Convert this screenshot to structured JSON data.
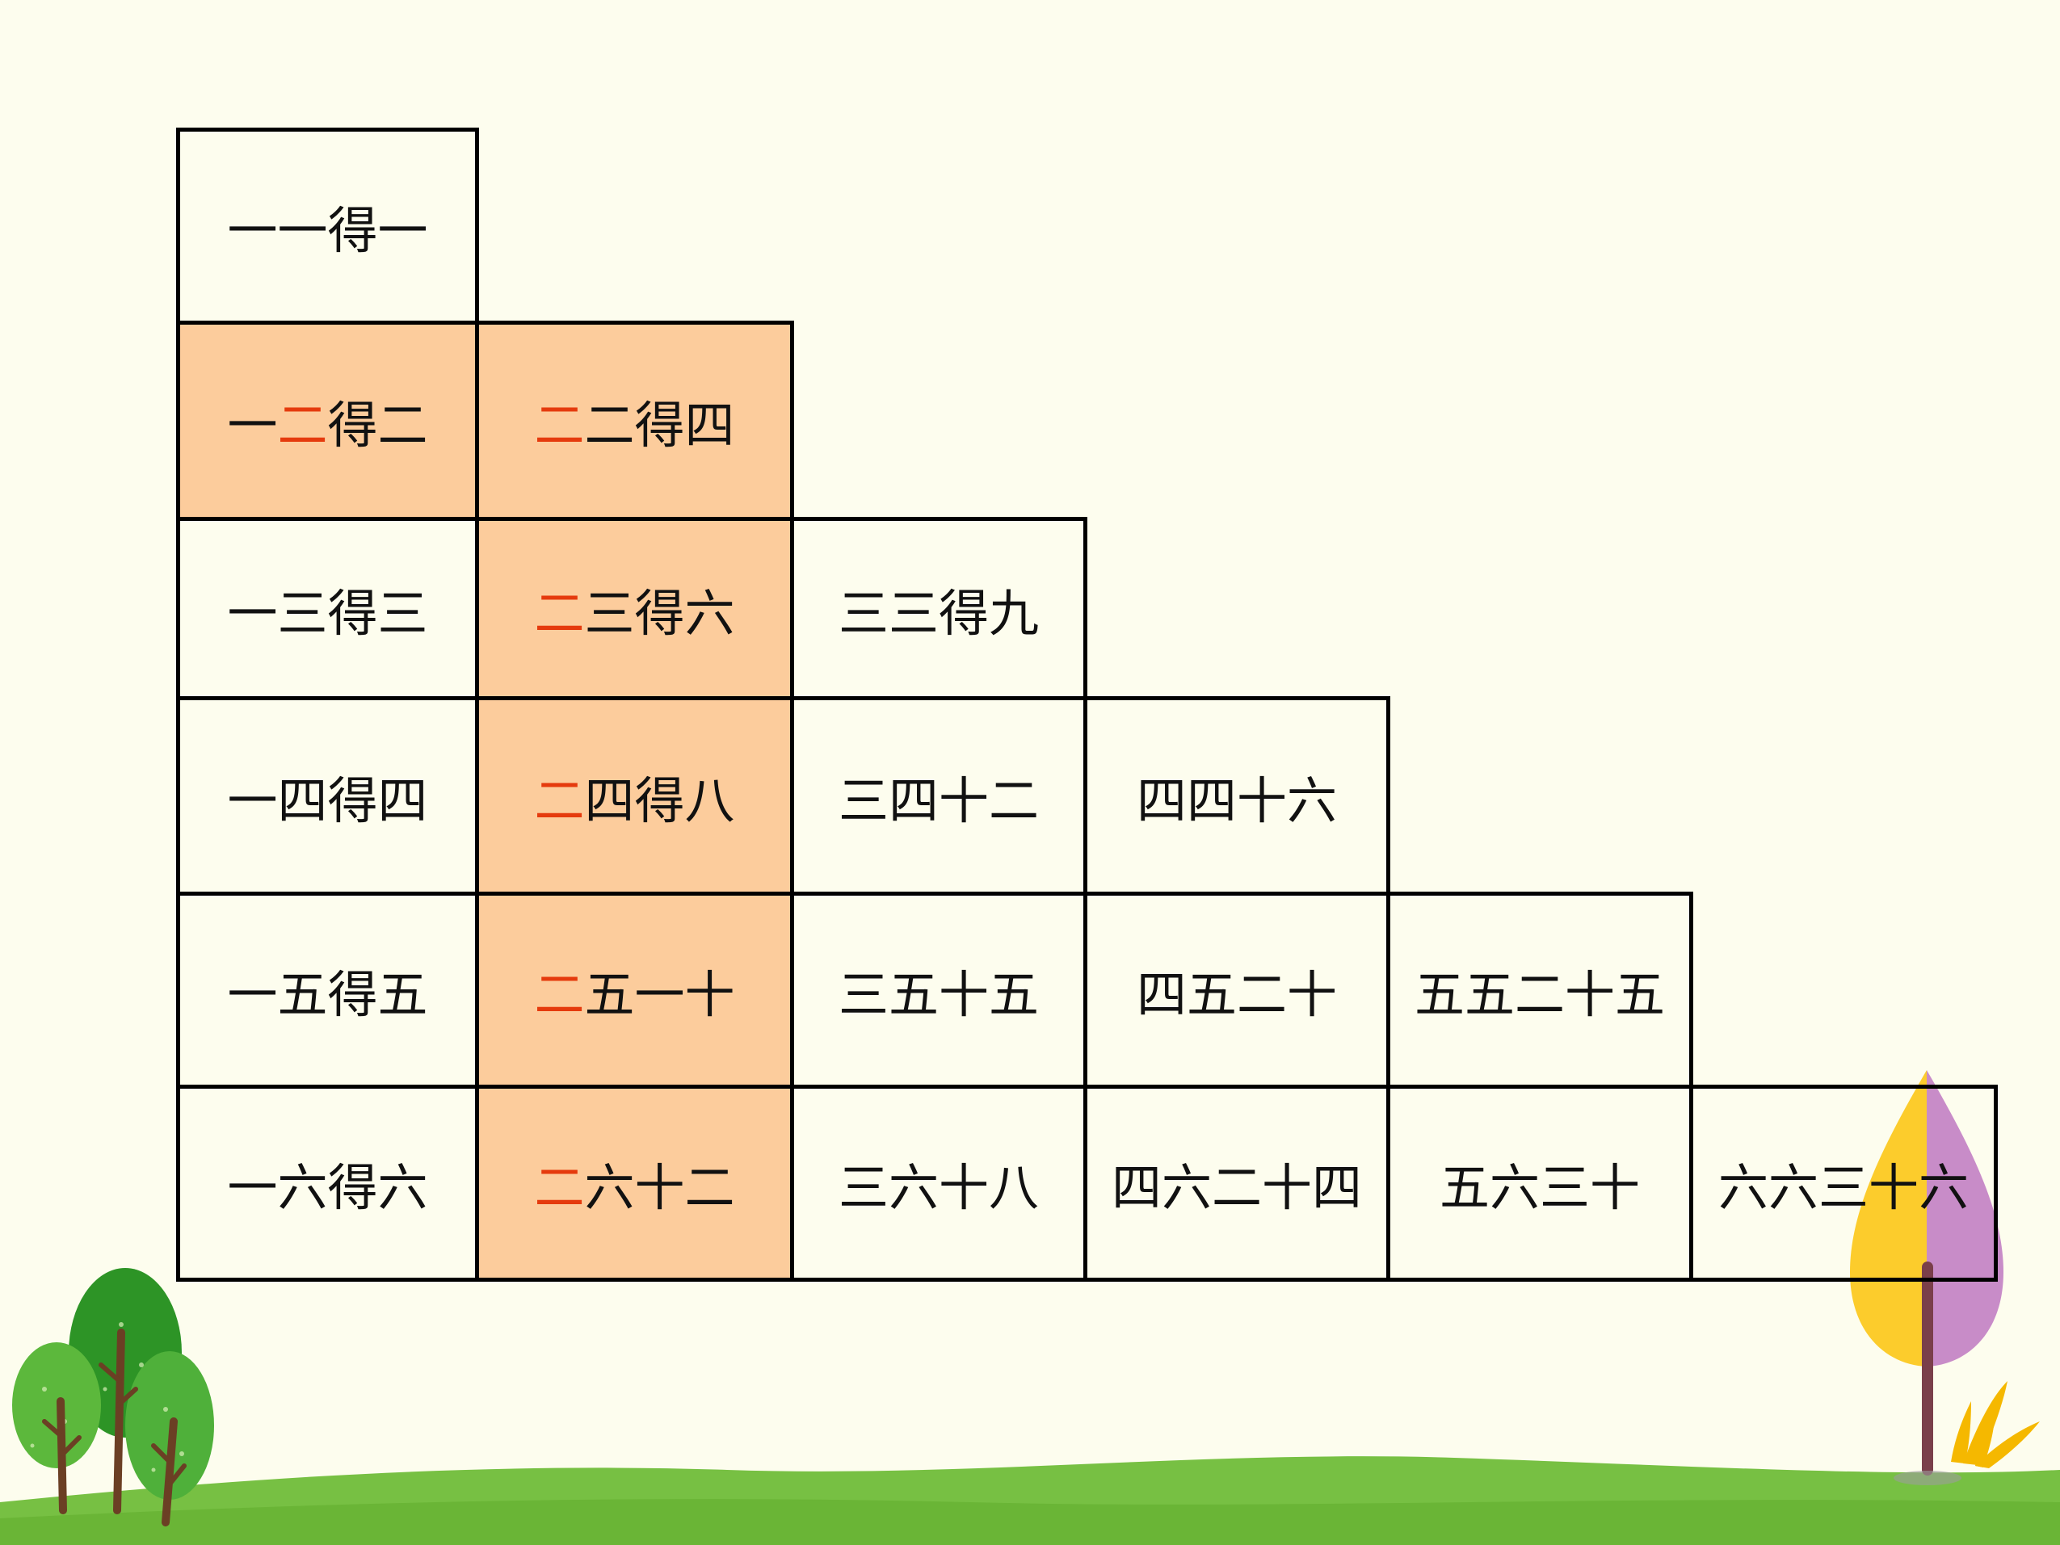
{
  "table": {
    "rows": [
      [
        {
          "text": "一一得一",
          "mark": []
        }
      ],
      [
        {
          "text": "一二得二",
          "mark": [
            1
          ]
        },
        {
          "text": "二二得四",
          "mark": [
            0
          ]
        }
      ],
      [
        {
          "text": "一三得三",
          "mark": []
        },
        {
          "text": "二三得六",
          "mark": [
            0
          ]
        },
        {
          "text": "三三得九",
          "mark": []
        }
      ],
      [
        {
          "text": "一四得四",
          "mark": []
        },
        {
          "text": "二四得八",
          "mark": [
            0
          ]
        },
        {
          "text": "三四十二",
          "mark": []
        },
        {
          "text": "四四十六",
          "mark": []
        }
      ],
      [
        {
          "text": "一五得五",
          "mark": []
        },
        {
          "text": "二五一十",
          "mark": [
            0
          ]
        },
        {
          "text": "三五十五",
          "mark": []
        },
        {
          "text": "四五二十",
          "mark": []
        },
        {
          "text": "五五二十五",
          "mark": []
        }
      ],
      [
        {
          "text": "一六得六",
          "mark": []
        },
        {
          "text": "二六十二",
          "mark": [
            0
          ]
        },
        {
          "text": "三六十八",
          "mark": []
        },
        {
          "text": "四六二十四",
          "mark": []
        },
        {
          "text": "五六三十",
          "mark": []
        },
        {
          "text": "六六三十六",
          "mark": []
        }
      ]
    ],
    "highlight_cells": [
      [
        1,
        0
      ],
      [
        1,
        1
      ],
      [
        2,
        1
      ],
      [
        3,
        1
      ],
      [
        4,
        1
      ],
      [
        5,
        1
      ]
    ]
  },
  "colors": {
    "background": "#fdfdee",
    "highlight_fill": "#fccc9c",
    "marked_character": "#e53a0d",
    "grid_line": "#000000",
    "grass": "#77c043",
    "tree_green": "#3aa12c",
    "balloon_yellow": "#fccc2c",
    "balloon_purple": "#c88cc8"
  },
  "decorations": [
    "green-trees-left",
    "yellow-purple-tree-right",
    "yellow-grass-tuft",
    "green-hill-ground"
  ]
}
